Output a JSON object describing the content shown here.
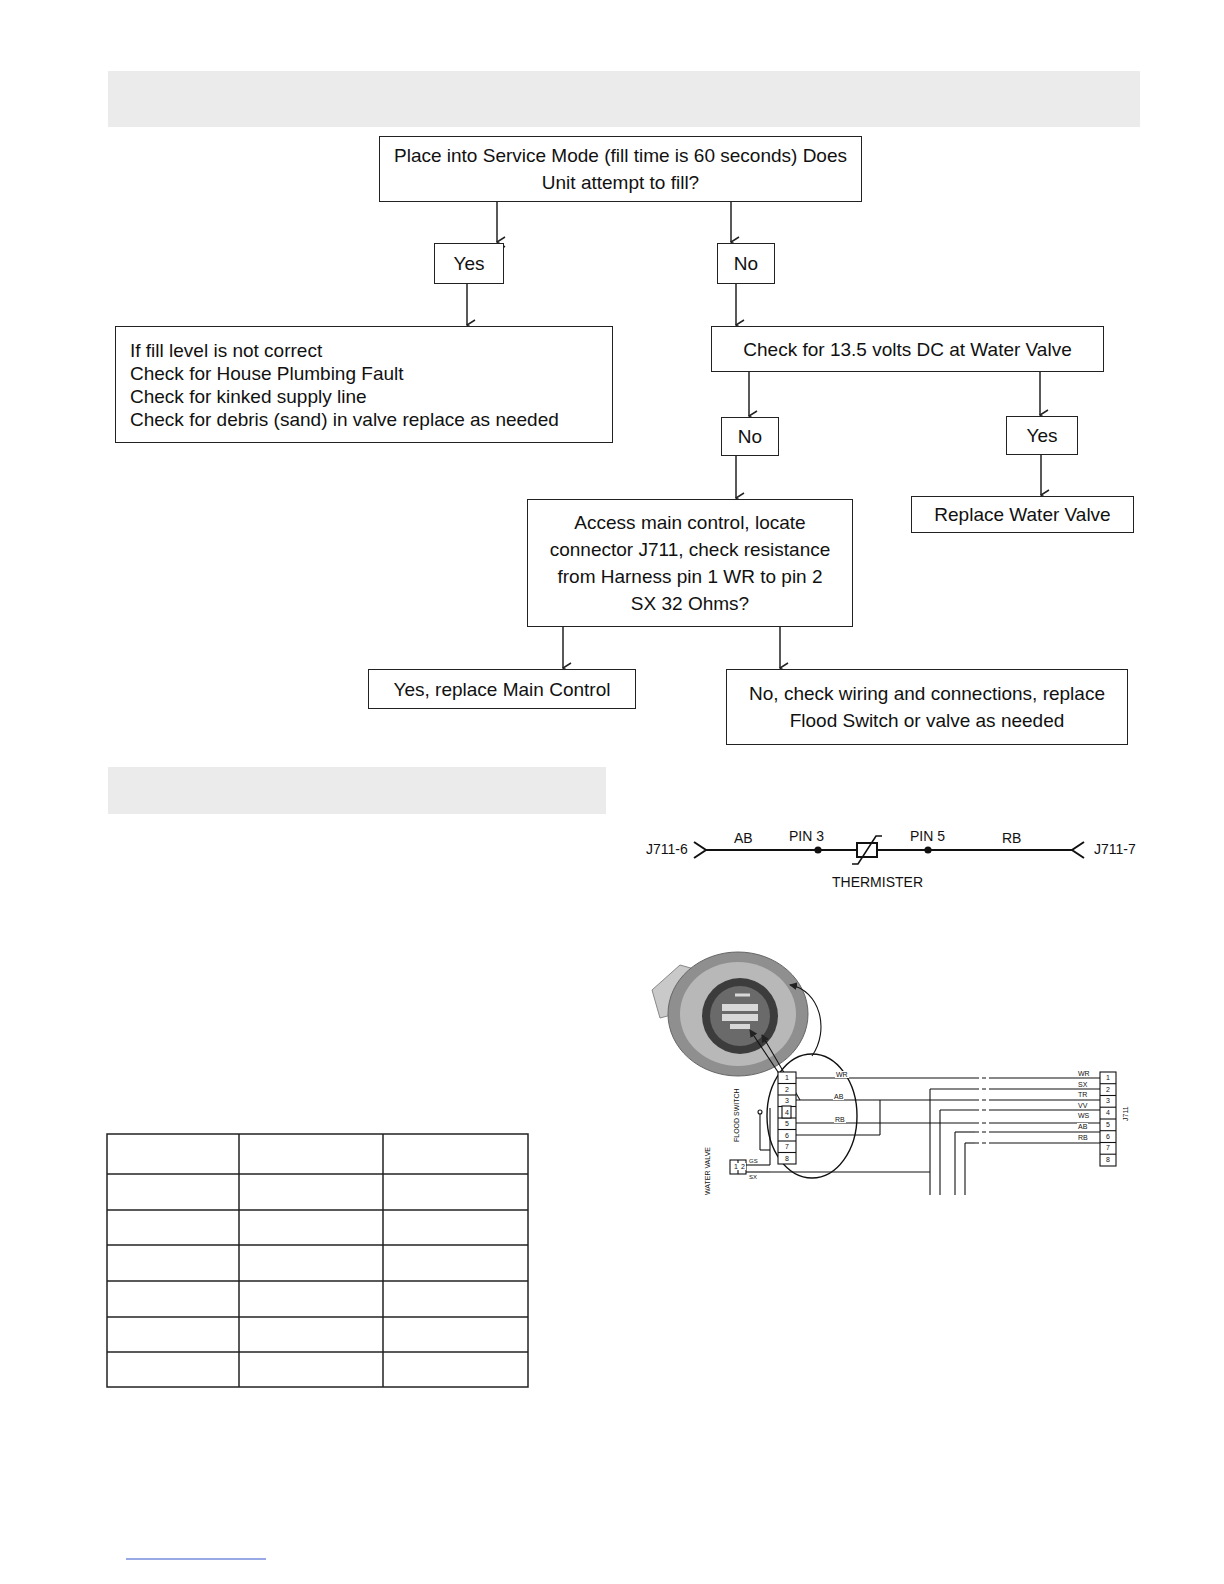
{
  "diagram": {
    "nodes": [
      {
        "text": [
          "Place into Service Mode (fill time is 60 seconds) Does Unit attempt to fill?"
        ]
      },
      {
        "text": [
          "Yes"
        ]
      },
      {
        "text": [
          "No"
        ]
      },
      {
        "text": [
          "If fill level is not correct",
          "Check for House Plumbing Fault",
          "Check for kinked supply line",
          "Check for debris (sand) in valve replace as needed"
        ]
      },
      {
        "text": [
          "Check for 13.5 volts DC at Water Valve"
        ]
      },
      {
        "text": [
          "No"
        ]
      },
      {
        "text": [
          "Yes"
        ]
      },
      {
        "text": [
          "Access main control, locate connector J711, check resistance from Harness pin 1 WR to pin 2 SX 32 Ohms?"
        ]
      },
      {
        "text": [
          "Replace Water Valve"
        ]
      },
      {
        "text": [
          "Yes, replace Main Control"
        ]
      },
      {
        "text": [
          "No, check wiring and connections, replace Flood Switch or valve as needed"
        ]
      }
    ],
    "edges": [
      {
        "from": 0,
        "to": 1,
        "arrow": "to"
      },
      {
        "from": 0,
        "to": 2,
        "arrow": "to"
      },
      {
        "from": 1,
        "to": 3,
        "arrow": "to"
      },
      {
        "from": 2,
        "to": 4,
        "arrow": "to"
      },
      {
        "from": 4,
        "to": 5,
        "arrow": "to"
      },
      {
        "from": 4,
        "to": 6,
        "arrow": "to"
      },
      {
        "from": 5,
        "to": 7,
        "arrow": "to"
      },
      {
        "from": 6,
        "to": 8,
        "arrow": "to"
      },
      {
        "from": 7,
        "to": 9,
        "arrow": "to"
      },
      {
        "from": 7,
        "to": 10,
        "arrow": "to"
      }
    ],
    "labels": [
      "J711-6",
      "AB",
      "PIN 3",
      "PIN 5",
      "RB",
      "J711-7",
      "THERMISTER",
      "FLOOD SWITCH",
      "WATER VALVE",
      "1",
      "2",
      "3",
      "4",
      "5",
      "6",
      "7",
      "8",
      "WR",
      "AB",
      "RB",
      "1",
      "2",
      "GS",
      "SX",
      "WR",
      "SX",
      "TR",
      "VV",
      "WS",
      "AB",
      "RB",
      "1",
      "2",
      "3",
      "4",
      "5",
      "6",
      "7",
      "8",
      "J711"
    ]
  }
}
